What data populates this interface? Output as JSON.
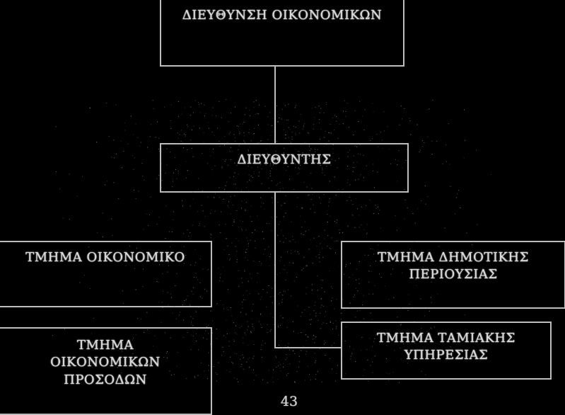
{
  "org_chart": {
    "top_unit": "ΔΙΕΥΘΥΝΣΗ ΟΙΚΟΝΟΜΙΚΩΝ",
    "director": "ΔΙΕΥΘΥΝΤΗΣ",
    "departments": [
      {
        "label": "ΤΜΗΜΑ ΟΙΚΟΝΟΜΙΚΟ"
      },
      {
        "label": "ΤΜΗΜΑ ΔΗΜΟΤΙΚΗΣ\nΠΕΡΙΟΥΣΙΑΣ"
      },
      {
        "label": "ΤΜΗΜΑ\nΟΙΚΟΝΟΜΙΚΩΝ\nΠΡΟΣΟΔΩΝ"
      },
      {
        "label": "ΤΜΗΜΑ  ΤΑΜΙΑΚΗΣ\nΥΠΗΡΕΣΙΑΣ"
      }
    ]
  },
  "page_number": "43",
  "colors": {
    "background": "#000000",
    "lines": "#bdbdbd",
    "text": "#d9d9d9"
  }
}
